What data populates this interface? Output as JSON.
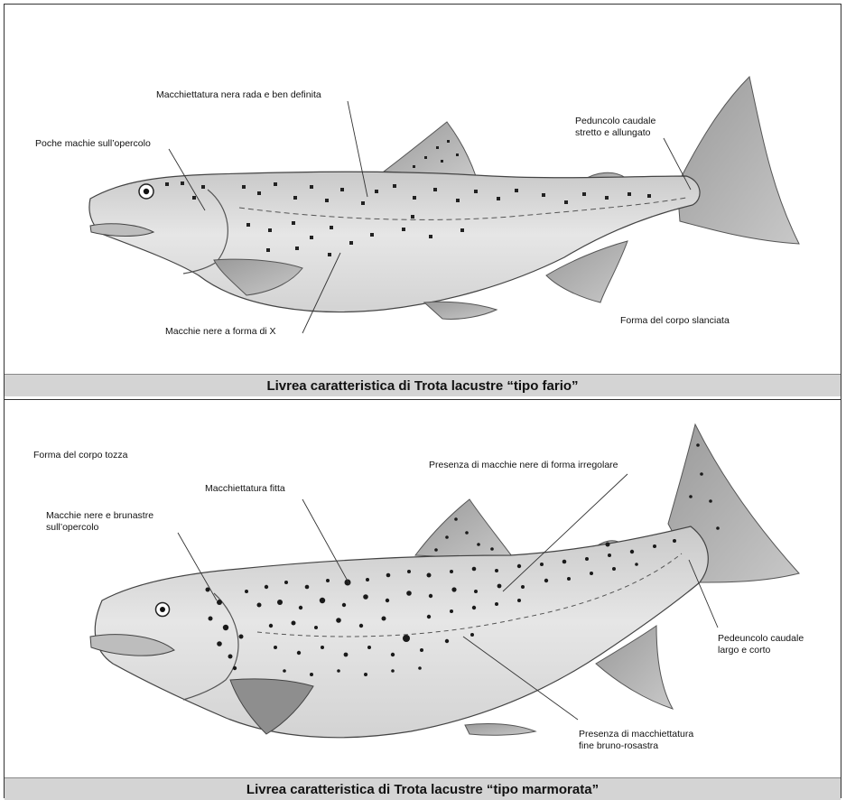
{
  "top_panel": {
    "caption": "Livrea caratteristica di Trota lacustre “tipo fario”",
    "labels": {
      "macchiettatura": "Macchiettatura nera rada e ben definita",
      "opercolo": "Poche machie sull’opercolo",
      "peduncolo_l1": "Peduncolo caudale",
      "peduncolo_l2": "stretto e allungato",
      "macchie_x": "Macchie nere a forma di X",
      "forma": "Forma del corpo slanciata"
    }
  },
  "bottom_panel": {
    "caption": "Livrea caratteristica di Trota lacustre “tipo marmorata”",
    "labels": {
      "forma": "Forma del corpo tozza",
      "fitta": "Macchiettatura fitta",
      "irregolare": "Presenza di macchie nere di forma irregolare",
      "opercolo_l1": "Macchie nere e brunastre",
      "opercolo_l2": "sull’opercolo",
      "peduncolo_l1": "Pedeuncolo caudale",
      "peduncolo_l2": "largo e corto",
      "fine_l1": "Presenza di macchiettatura",
      "fine_l2": "fine bruno-rosastra"
    }
  }
}
